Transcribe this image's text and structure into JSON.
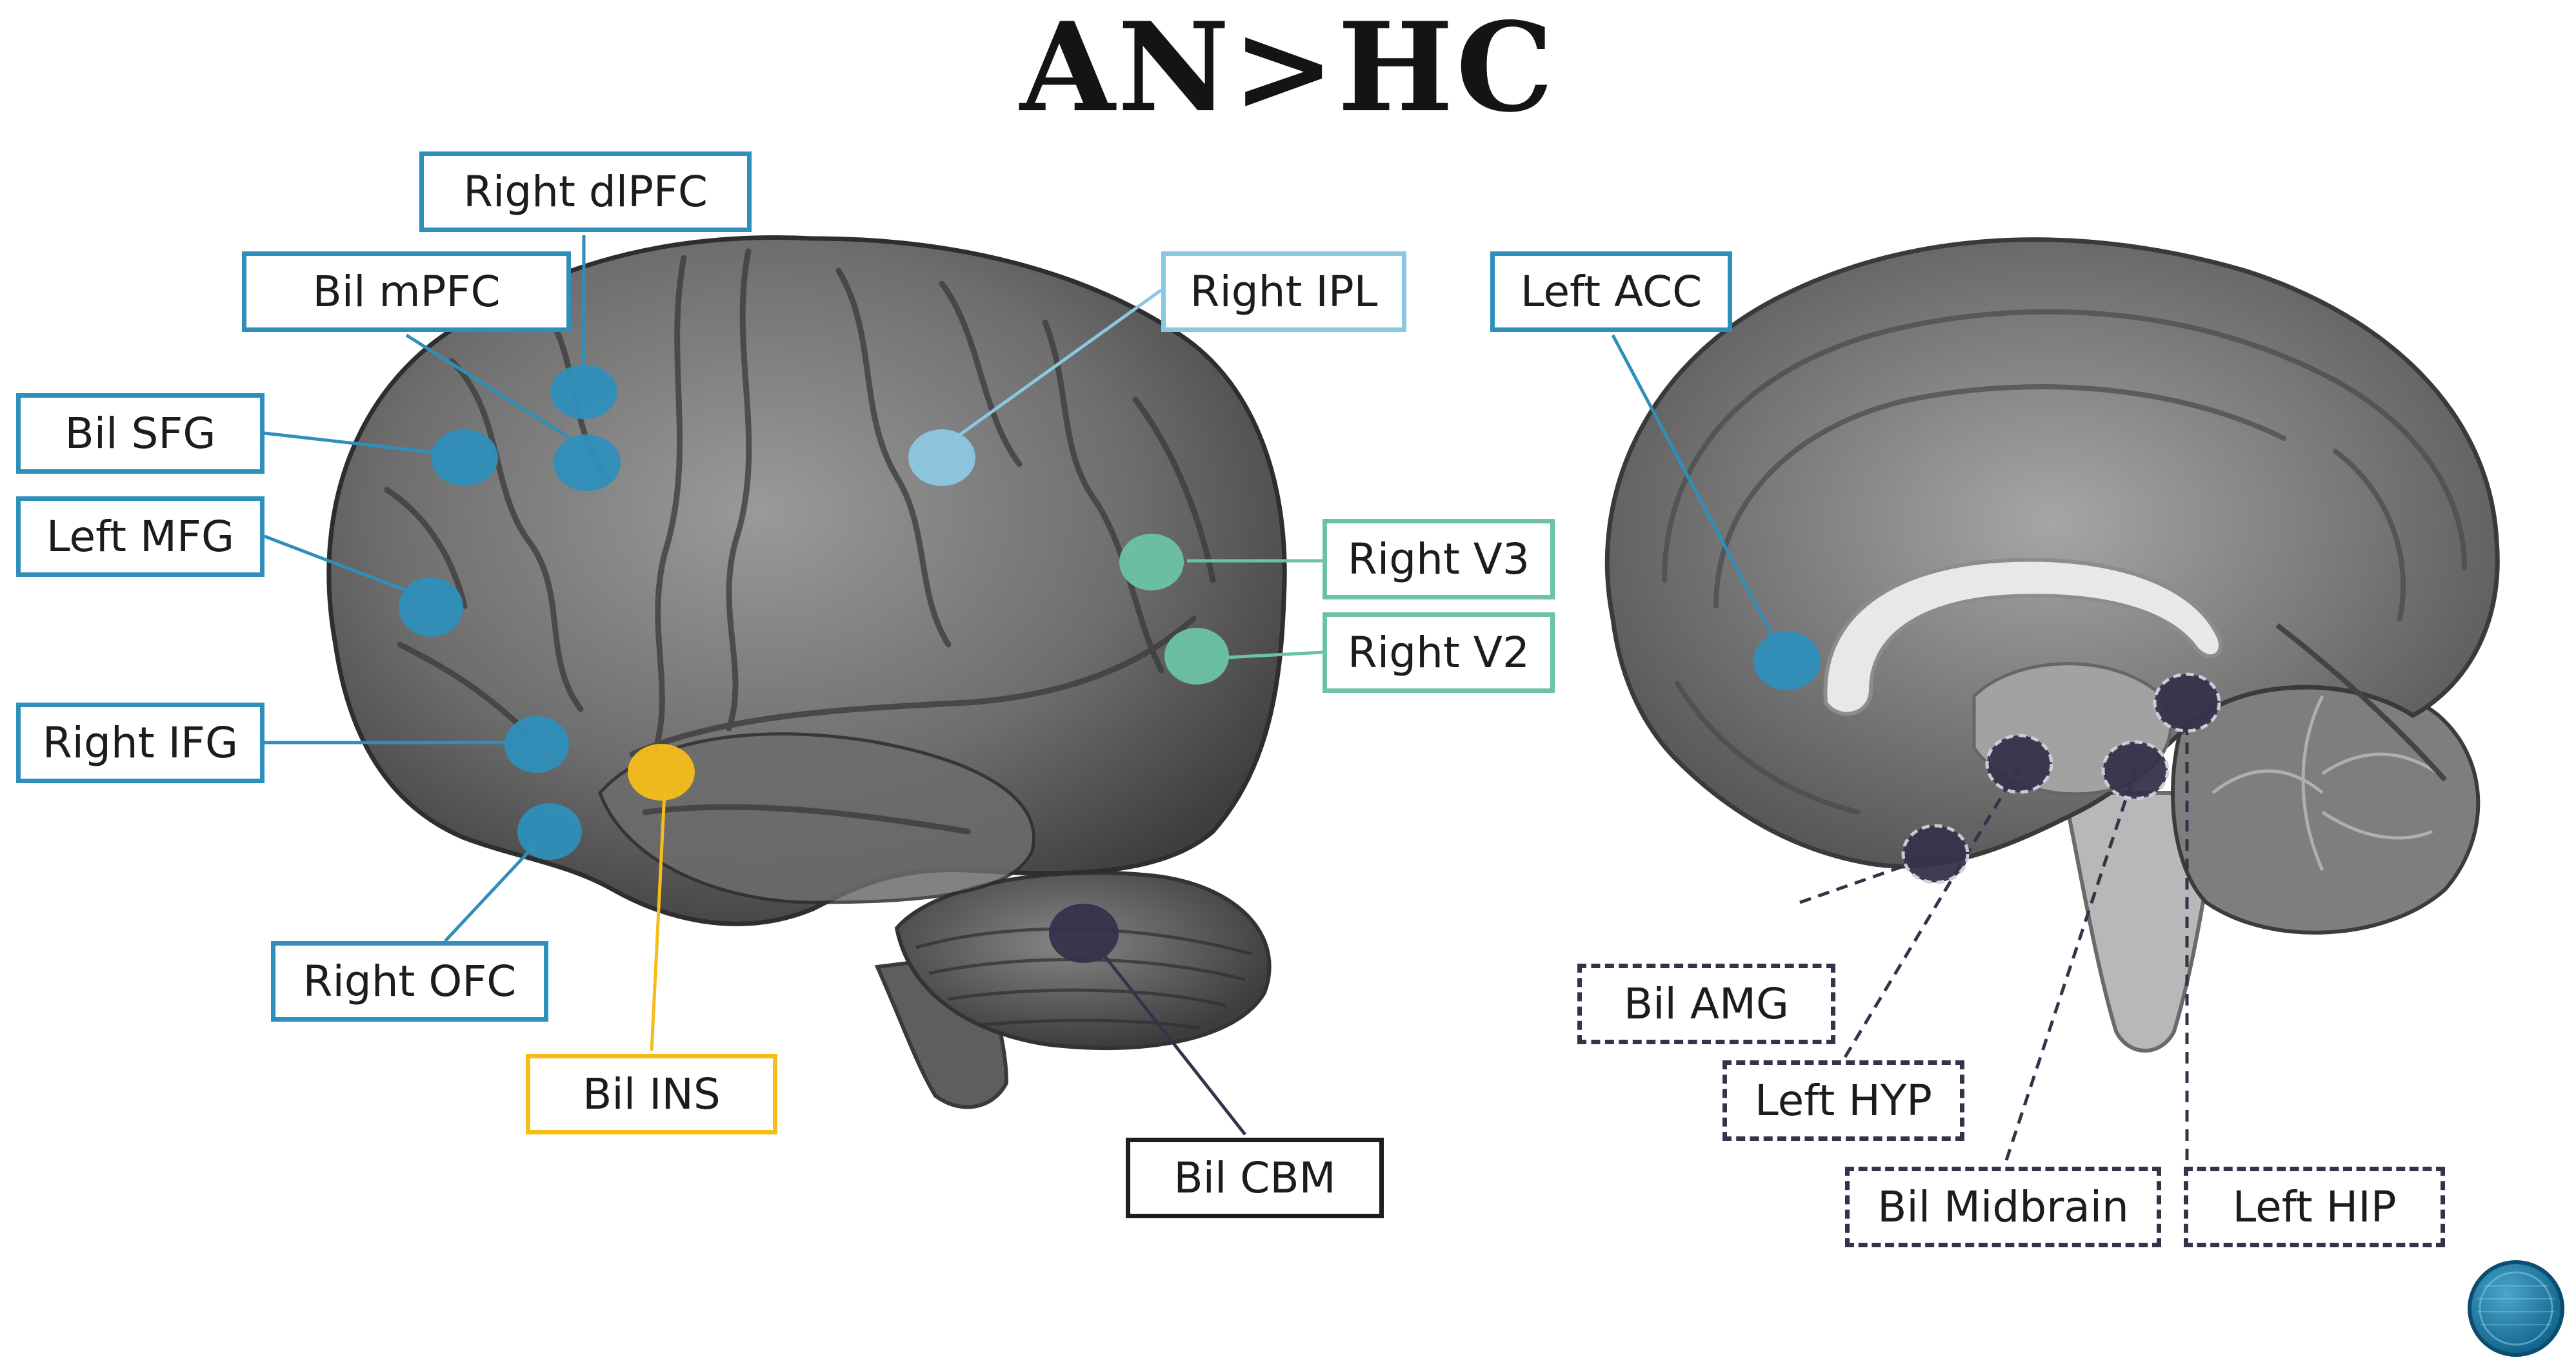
{
  "title": "AN>HC",
  "colors": {
    "blue": "#2f8fbb",
    "light_blue": "#8cc7e2",
    "green": "#6cc2a6",
    "yellow": "#f5bd1a",
    "dark": "#35334a",
    "background": "#ffffff"
  },
  "lateral_view": {
    "labels": {
      "right_dlpfc": "Right dlPFC",
      "bil_mpfc": "Bil mPFC",
      "bil_sfg": "Bil SFG",
      "left_mfg": "Left MFG",
      "right_ifg": "Right IFG",
      "right_ofc": "Right OFC",
      "bil_ins": "Bil INS",
      "right_ipl": "Right IPL",
      "right_v3": "Right V3",
      "right_v2": "Right V2",
      "bil_cbm": "Bil CBM"
    }
  },
  "medial_view": {
    "labels": {
      "left_acc": "Left ACC",
      "bil_amg": "Bil AMG",
      "left_hyp": "Left HYP",
      "bil_midbrain": "Bil Midbrain",
      "left_hip": "Left HIP"
    }
  },
  "logo": "circular-logo-icon"
}
